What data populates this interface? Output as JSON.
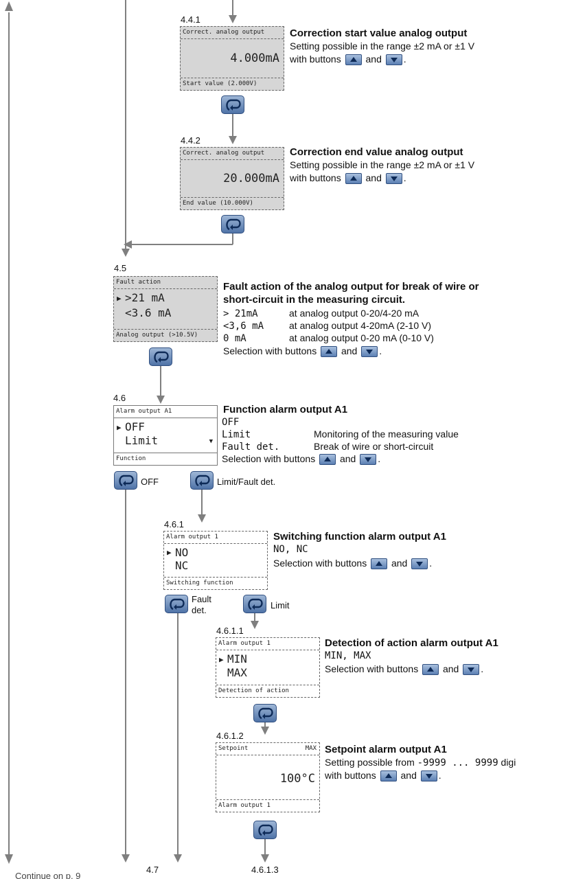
{
  "steps": {
    "s441": {
      "number": "4.4.1",
      "display": {
        "top": "Correct. analog output",
        "value": "4.000mA",
        "bottom": "Start value (2.000V)"
      },
      "title": "Correction start value analog output",
      "line1": "Setting possible in the range ±2 mA or ±1 V",
      "line2_pre": "with buttons",
      "and": "and",
      "period": "."
    },
    "s442": {
      "number": "4.4.2",
      "display": {
        "top": "Correct. analog output",
        "value": "20.000mA",
        "bottom": "End value (10.000V)"
      },
      "title": "Correction end value analog output",
      "line1": "Setting possible in the range ±2 mA or ±1 V",
      "line2_pre": "with buttons",
      "and": "and",
      "period": "."
    },
    "s45": {
      "number": "4.5",
      "display": {
        "top": "Fault action",
        "opt1": ">21 mA",
        "opt2": "<3.6 mA",
        "bottom": "Analog output (>10.5V)"
      },
      "title1": "Fault action of the analog output for break of wire or",
      "title2": "short-circuit in the measuring circuit.",
      "rows": [
        {
          "code": "> 21mA",
          "text": "at analog output 0-20/4-20 mA"
        },
        {
          "code": "<3,6 mA",
          "text": "at analog output 4-20mA (2-10 V)"
        },
        {
          "code": "0 mA",
          "text": "at analog output 0-20 mA (0-10 V)"
        }
      ],
      "sel_pre": "Selection with buttons",
      "and": "and",
      "period": "."
    },
    "s46": {
      "number": "4.6",
      "display": {
        "top": "Alarm output A1",
        "opt1": "OFF",
        "opt2": "Limit",
        "bottom": "Function"
      },
      "title": "Function alarm output A1",
      "rows": [
        {
          "code": "OFF",
          "text": ""
        },
        {
          "code": "Limit",
          "text": "Monitoring of the measuring value"
        },
        {
          "code": "Fault det.",
          "text": "Break of wire or short-circuit"
        }
      ],
      "sel_pre": "Selection with buttons",
      "and": "and",
      "period": ".",
      "btn_off": "OFF",
      "btn_limit": "Limit/Fault det."
    },
    "s461": {
      "number": "4.6.1",
      "display": {
        "top": "Alarm output 1",
        "opt1": "NO",
        "opt2": "NC",
        "bottom": "Switching function"
      },
      "title": "Switching function alarm output A1",
      "options": "NO, NC",
      "sel_pre": "Selection with buttons",
      "and": "and",
      "period": ".",
      "btn_fault1": "Fault",
      "btn_fault2": "det.",
      "btn_limit": "Limit"
    },
    "s4611": {
      "number": "4.6.1.1",
      "display": {
        "top": "Alarm output 1",
        "opt1": "MIN",
        "opt2": "MAX",
        "bottom": "Detection of action"
      },
      "title": "Detection of action alarm output A1",
      "options": "MIN, MAX",
      "sel_pre": "Selection with buttons",
      "and": "and",
      "period": "."
    },
    "s4612": {
      "number": "4.6.1.2",
      "display": {
        "top": "Setpoint",
        "top_right": "MAX",
        "value": "100°C",
        "bottom": "Alarm output 1"
      },
      "title": "Setpoint alarm output A1",
      "line1_pre": "Setting possible from",
      "range": "-9999 ... 9999",
      "line1_post": "digi",
      "line2_pre": "with buttons",
      "and": "and",
      "period": "."
    }
  },
  "exits": {
    "e47": "4.7",
    "e4613": "4.6.1.3"
  },
  "footer": {
    "cut_text": "Continue on p. 9"
  },
  "colors": {
    "arrow": "#7f7f7f",
    "lcd_gray": "#d6d6d6",
    "button_blue": "#4f73a7",
    "key_arrow": "#0d2a57"
  }
}
